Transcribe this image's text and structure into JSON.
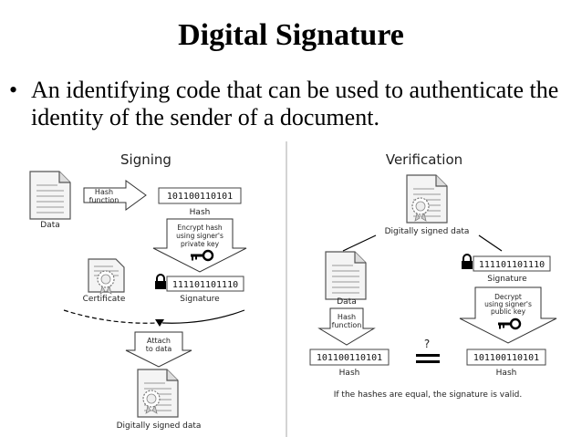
{
  "title": "Digital Signature",
  "bullet": {
    "marker": "•",
    "text": "An identifying code that can be used to authenticate the identity of the sender of a document."
  },
  "signing": {
    "heading": "Signing",
    "data_label": "Data",
    "hash_function_line1": "Hash",
    "hash_function_line2": "function",
    "hash_bits": "101100110101",
    "hash_label": "Hash",
    "encrypt_line1": "Encrypt hash",
    "encrypt_line2": "using signer's",
    "encrypt_line3": "private key",
    "certificate_label": "Certificate",
    "signature_bits": "111101101110",
    "signature_label": "Signature",
    "attach_line1": "Attach",
    "attach_line2": "to data",
    "signed_data_label": "Digitally signed data"
  },
  "verification": {
    "heading": "Verification",
    "signed_data_label": "Digitally signed data",
    "data_label": "Data",
    "signature_bits": "111101101110",
    "signature_label": "Signature",
    "hash_function_line1": "Hash",
    "hash_function_line2": "function",
    "decrypt_line1": "Decrypt",
    "decrypt_line2": "using signer's",
    "decrypt_line3": "public key",
    "hash_bits_left": "101100110101",
    "hash_bits_right": "101100110101",
    "hash_label_left": "Hash",
    "hash_label_right": "Hash",
    "question_mark": "?",
    "footer": "If the hashes are equal, the signature is valid."
  }
}
